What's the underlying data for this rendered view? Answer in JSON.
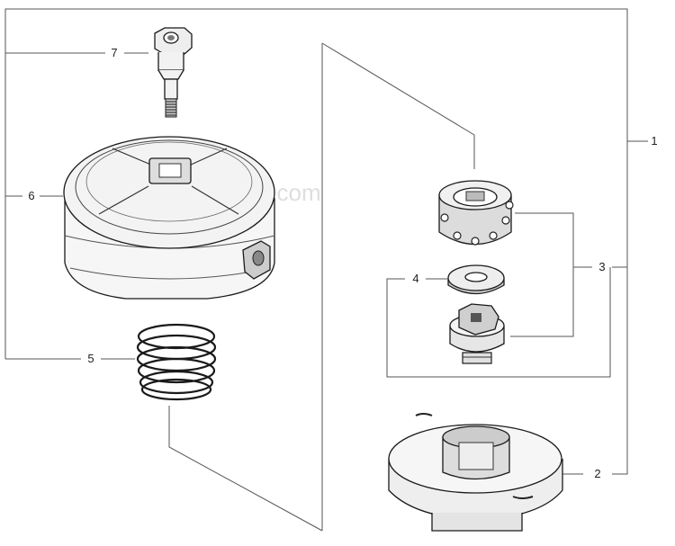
{
  "watermark": "eReplacementParts.com",
  "callouts": [
    {
      "id": "1",
      "label": "1"
    },
    {
      "id": "2",
      "label": "2"
    },
    {
      "id": "3",
      "label": "3"
    },
    {
      "id": "4",
      "label": "4"
    },
    {
      "id": "5",
      "label": "5"
    },
    {
      "id": "6",
      "label": "6"
    },
    {
      "id": "7",
      "label": "7"
    }
  ],
  "parts": [
    {
      "callout": "1",
      "icon": "trimmer-head-assembly-icon"
    },
    {
      "callout": "2",
      "icon": "bumper-knob-icon"
    },
    {
      "callout": "3",
      "icon": "spool-hub-set-icon"
    },
    {
      "callout": "4",
      "icon": "washer-icon"
    },
    {
      "callout": "5",
      "icon": "spring-icon"
    },
    {
      "callout": "6",
      "icon": "spool-housing-icon"
    },
    {
      "callout": "7",
      "icon": "bolt-icon"
    }
  ]
}
